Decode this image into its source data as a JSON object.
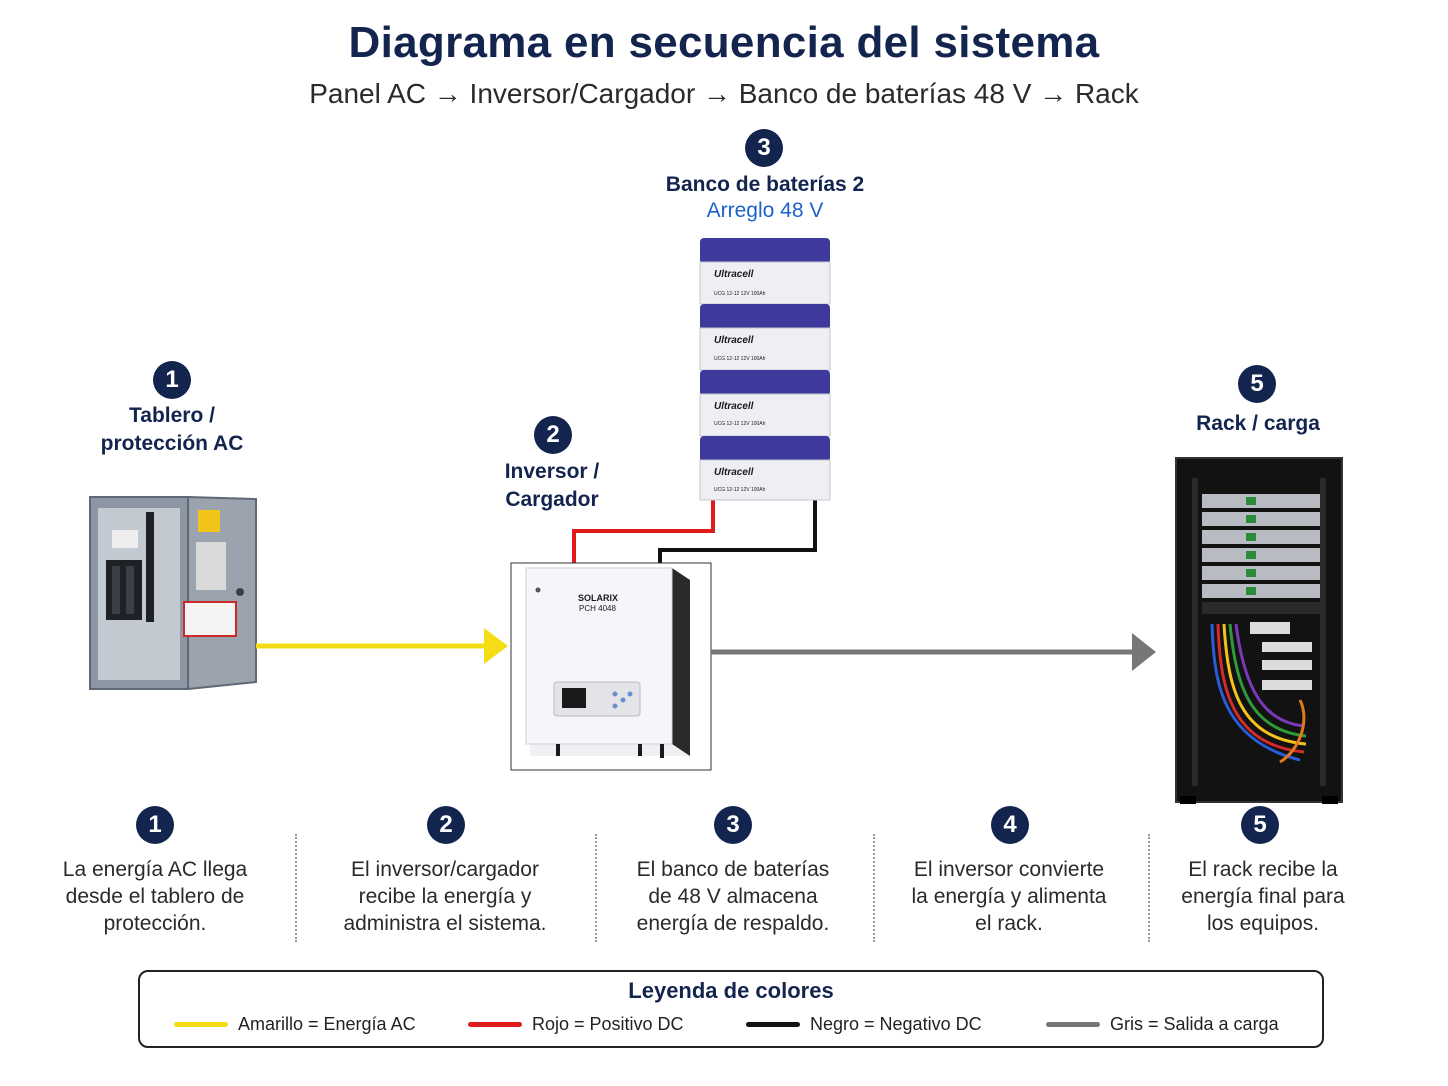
{
  "header": {
    "title": "Diagrama en secuencia del sistema",
    "subtitle": "Panel AC → Inversor/Cargador → Banco de baterías 48 V → Rack"
  },
  "nodes": {
    "panel": {
      "number": "1",
      "label_line1": "Tablero /",
      "label_line2": "protección AC"
    },
    "inverter": {
      "number": "2",
      "label_line1": "Inversor /",
      "label_line2": "Cargador",
      "brand": "SOLARIX",
      "model": "PCH 4048"
    },
    "battery": {
      "number": "3",
      "label": "Banco de baterías 2",
      "sublabel": "Arreglo 48 V",
      "brand": "Ultracell",
      "spec": "UCG 12-12  12V 100Ah"
    },
    "rack": {
      "number": "5",
      "label": "Rack / carga"
    }
  },
  "steps": [
    {
      "number": "1",
      "lines": [
        "La energía AC llega",
        "desde el tablero de",
        "protección."
      ]
    },
    {
      "number": "2",
      "lines": [
        "El inversor/cargador",
        "recibe la energía y",
        "administra el sistema."
      ]
    },
    {
      "number": "3",
      "lines": [
        "El banco de baterías",
        "de 48 V almacena",
        "energía de respaldo."
      ]
    },
    {
      "number": "4",
      "lines": [
        "El inversor convierte",
        "la energía y alimenta",
        "el rack."
      ]
    },
    {
      "number": "5",
      "lines": [
        "El rack recibe la",
        "energía final para",
        "los equipos."
      ]
    }
  ],
  "legend": {
    "title": "Leyenda de colores",
    "items": [
      {
        "label": "Amarillo = Energía AC",
        "color": "#f4dd14"
      },
      {
        "label": "Rojo = Positivo DC",
        "color": "#e01b1b"
      },
      {
        "label": "Negro = Negativo DC",
        "color": "#111111"
      },
      {
        "label": "Gris = Salida a carga",
        "color": "#777777"
      }
    ]
  },
  "colors": {
    "navy": "#13254f",
    "ac": "#f4dd14",
    "dc_positive": "#e01b1b",
    "dc_negative": "#111111",
    "load": "#777777"
  }
}
